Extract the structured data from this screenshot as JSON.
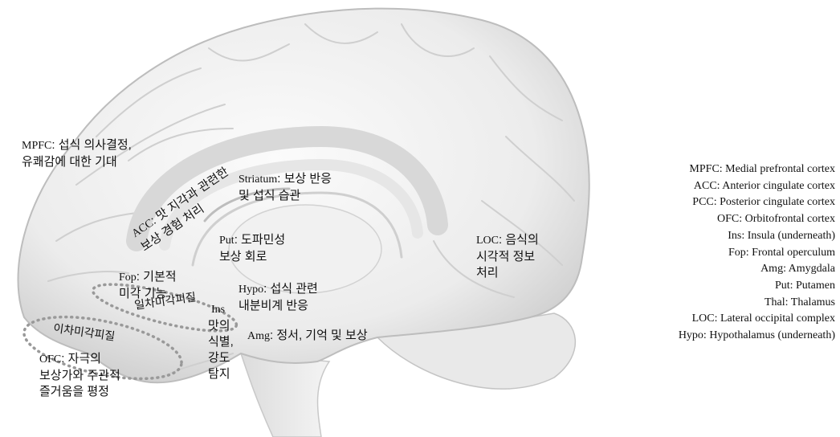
{
  "labels": {
    "mpfc": {
      "abbr": "MPFC",
      "text": "섭식 의사결정,\n유쾌감에 대한 기대"
    },
    "acc": {
      "abbr": "ACC",
      "text": "맛 지각과 관련한\n보상 경험 처리"
    },
    "striatum": {
      "abbr": "Striatum",
      "text": "보상 반응\n및 섭식 습관"
    },
    "put": {
      "abbr": "Put",
      "text": "도파민성\n보상 회로"
    },
    "loc": {
      "abbr": "LOC",
      "text": "음식의\n시각적 정보\n처리"
    },
    "fop": {
      "abbr": "Fop",
      "text": "기본적\n미각 기능"
    },
    "hypo": {
      "abbr": "Hypo",
      "text": "섭식 관련\n내분비계 반응"
    },
    "ins": {
      "abbr": "Ins",
      "text": "맛의\n식별,\n강도\n탐지"
    },
    "amg": {
      "abbr": "Amg",
      "text": "정서, 기억 및 보상"
    },
    "ofc": {
      "abbr": "OFC",
      "text": "자극의\n보상가와 주관적\n즐거움을 평정"
    },
    "primary_gustatory": "일차미각피질",
    "secondary_gustatory": "이차미각피질"
  },
  "legend": [
    "MPFC: Medial prefrontal cortex",
    "ACC: Anterior cingulate cortex",
    "PCC: Posterior cingulate cortex",
    "OFC: Orbitofrontal cortex",
    "Ins: Insula (underneath)",
    "Fop: Frontal operculum",
    "Amg: Amygdala",
    "Put: Putamen",
    "Thal: Thalamus",
    "LOC: Lateral occipital complex",
    "Hypo: Hypothalamus (underneath)"
  ]
}
